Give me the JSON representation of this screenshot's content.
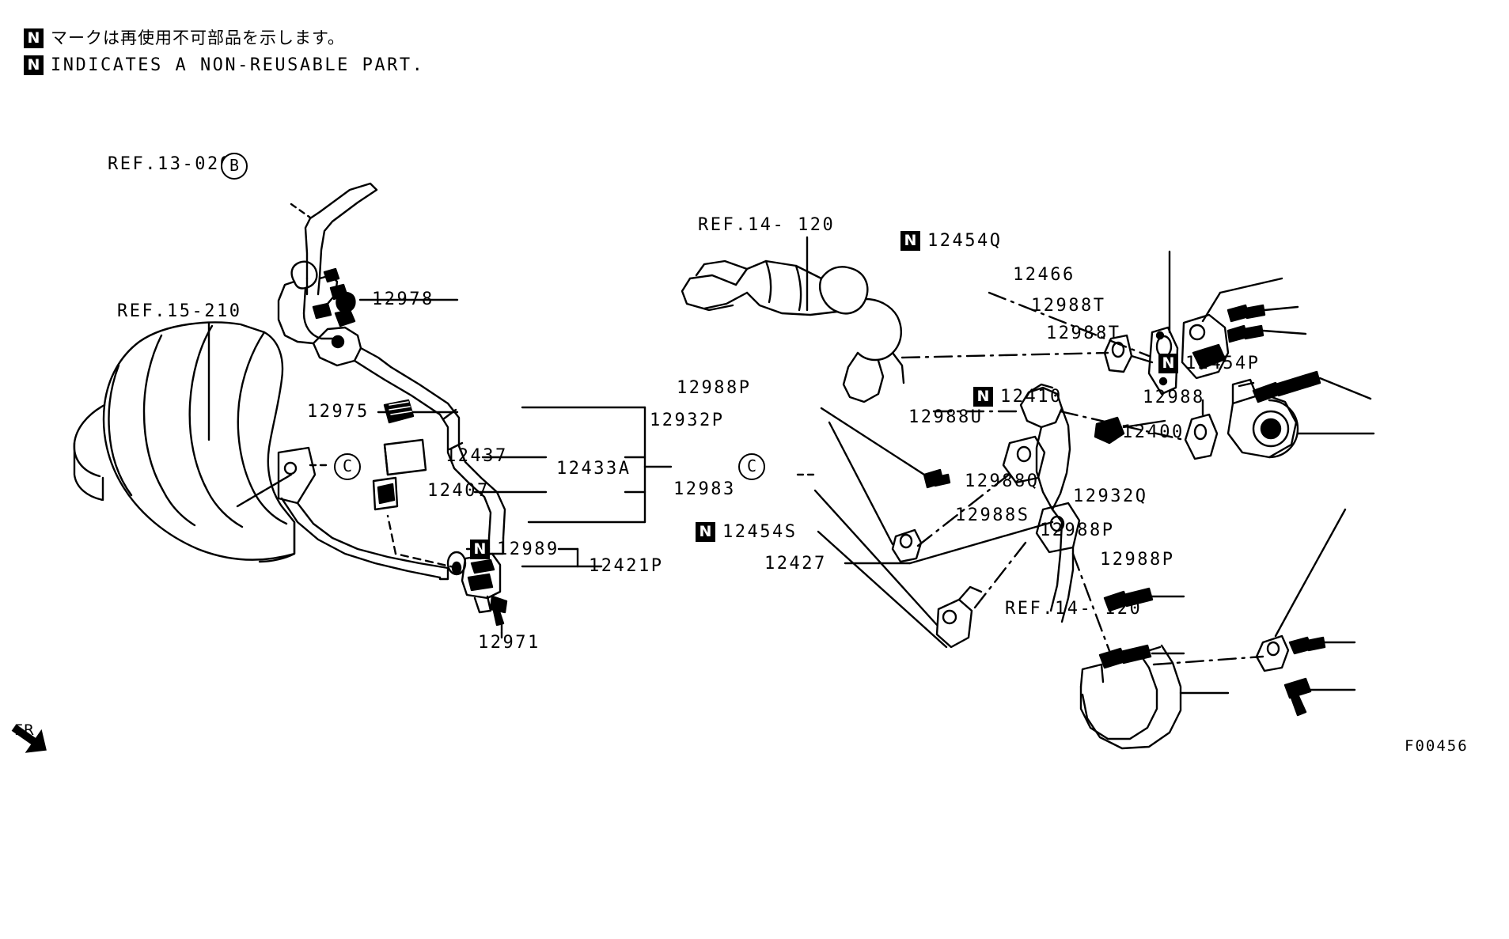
{
  "legend": {
    "jp_text": "マークは再使用不可部品を示します。",
    "en_text": "INDICATES A NON-REUSABLE PART.",
    "badge": "N"
  },
  "left_group": {
    "refs": [
      {
        "id": "ref-13-020",
        "text": "REF.13-020",
        "circle": "B"
      },
      {
        "id": "ref-15-210",
        "text": "REF.15-210"
      }
    ],
    "circle_c": "C",
    "parts": [
      {
        "id": "p-12978",
        "number": "12978"
      },
      {
        "id": "p-12975",
        "number": "12975"
      },
      {
        "id": "p-12437",
        "number": "12437"
      },
      {
        "id": "p-12407",
        "number": "12407"
      },
      {
        "id": "p-12433A",
        "number": "12433A"
      },
      {
        "id": "p-12989",
        "number": "12989",
        "badge": "N"
      },
      {
        "id": "p-12421P",
        "number": "12421P"
      },
      {
        "id": "p-12971",
        "number": "12971"
      }
    ]
  },
  "right_group": {
    "refs": [
      {
        "id": "ref-14-120-top",
        "text": "REF.14- 120"
      },
      {
        "id": "ref-14-120-bot",
        "text": "REF.14- 120"
      }
    ],
    "circle_c": "C",
    "parts": [
      {
        "id": "p-12454Q",
        "number": "12454Q",
        "badge": "N"
      },
      {
        "id": "p-12466",
        "number": "12466"
      },
      {
        "id": "p-12988T1",
        "number": "12988T"
      },
      {
        "id": "p-12988T2",
        "number": "12988T"
      },
      {
        "id": "p-12454P",
        "number": "12454P",
        "badge": "N"
      },
      {
        "id": "p-12410",
        "number": "12410",
        "badge": "N"
      },
      {
        "id": "p-12988",
        "number": "12988"
      },
      {
        "id": "p-12400",
        "number": "12400"
      },
      {
        "id": "p-12988P1",
        "number": "12988P"
      },
      {
        "id": "p-12932P",
        "number": "12932P"
      },
      {
        "id": "p-12988U",
        "number": "12988U"
      },
      {
        "id": "p-12983",
        "number": "12983"
      },
      {
        "id": "p-12454S",
        "number": "12454S",
        "badge": "N"
      },
      {
        "id": "p-12988Q",
        "number": "12988Q"
      },
      {
        "id": "p-12988S",
        "number": "12988S"
      },
      {
        "id": "p-12932Q",
        "number": "12932Q"
      },
      {
        "id": "p-12988P2",
        "number": "12988P"
      },
      {
        "id": "p-12988P3",
        "number": "12988P"
      },
      {
        "id": "p-12427",
        "number": "12427"
      }
    ]
  },
  "footer": {
    "orientation": "FR",
    "drawing_number": "F00456"
  }
}
